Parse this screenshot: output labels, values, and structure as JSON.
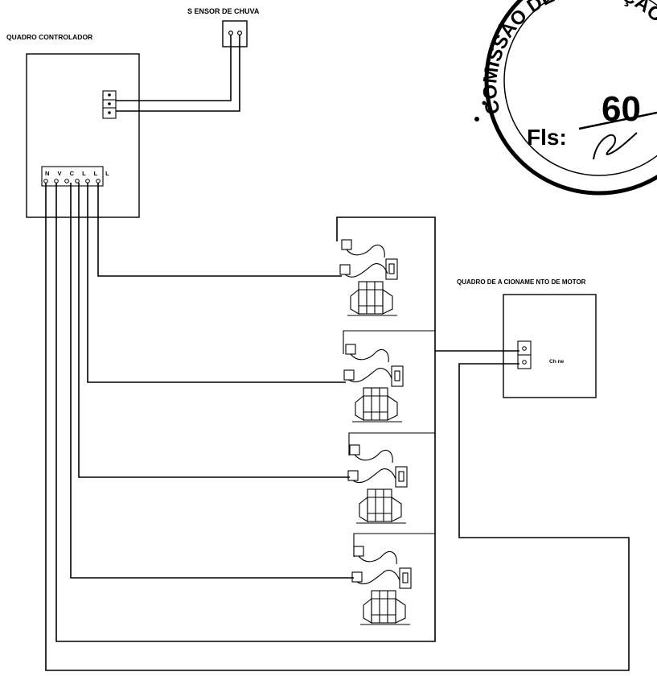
{
  "labels": {
    "sensor_title": "S ENSOR DE CHUVA",
    "controller_title": "QUADRO CONTROLADOR",
    "motor_panel_title": "QUADRO DE A CIONAME NTO DE MOTOR",
    "terminal_labels": "N V C L L L",
    "motor_terminal_note": "Ch ne"
  },
  "stamp": {
    "text": "COMISSÃO DE LICITAÇÃO",
    "page_number": "60",
    "sheet_label": "Fls:"
  },
  "valves": [
    {
      "id": "valve-1"
    },
    {
      "id": "valve-2"
    },
    {
      "id": "valve-3"
    },
    {
      "id": "valve-4"
    }
  ]
}
